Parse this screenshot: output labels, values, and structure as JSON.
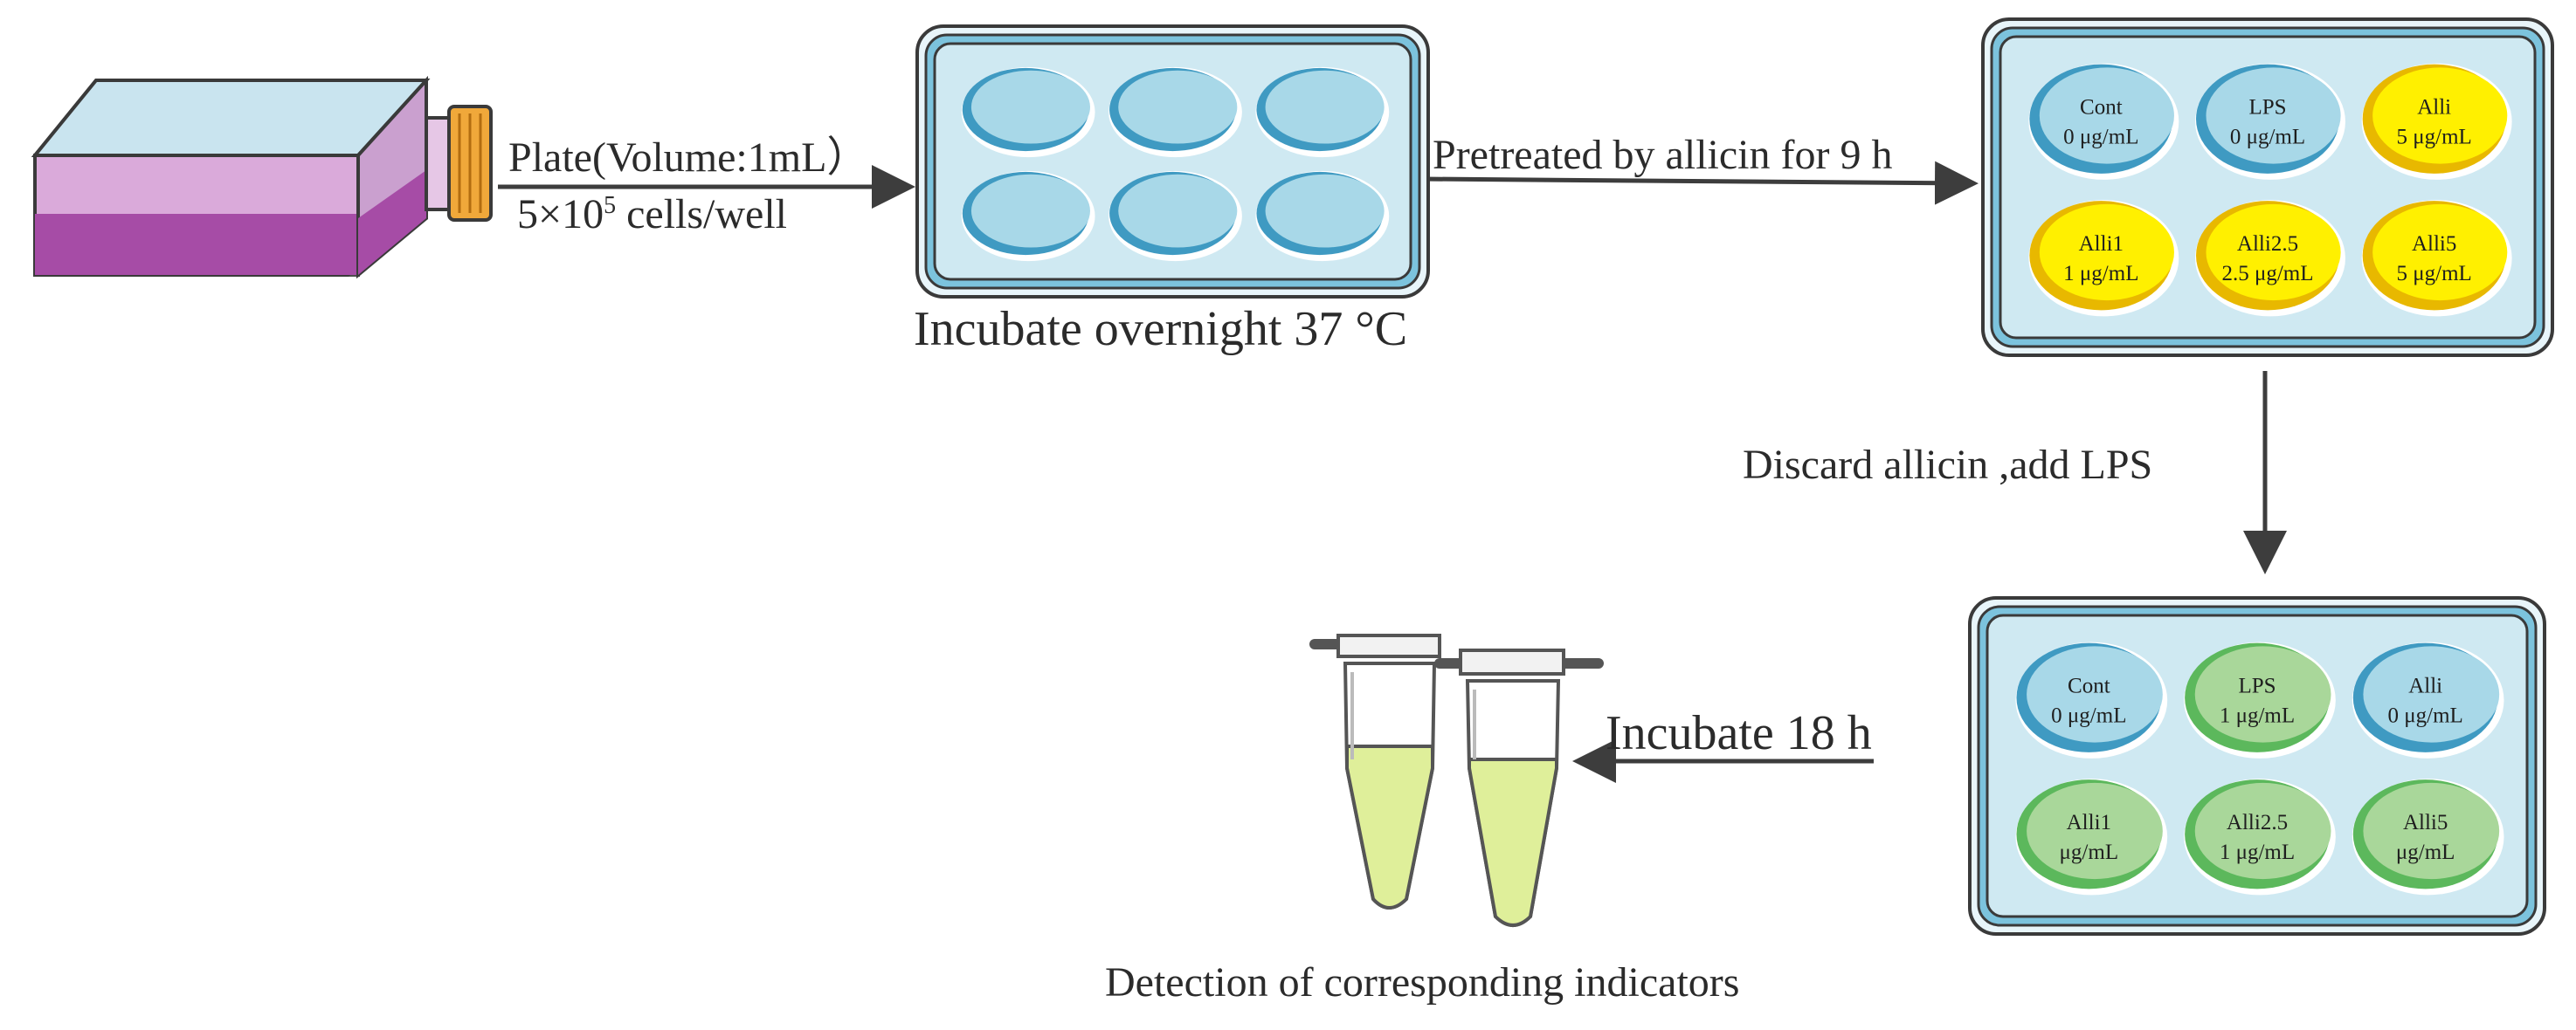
{
  "colors": {
    "arrow": "#3d3d3d",
    "plate_frame": "#4a9bbf",
    "plate_fill": "#cfe9f2",
    "well_blue": "#a8d8e8",
    "well_blue_dark": "#3f9ac2",
    "well_yellow": "#fff000",
    "well_yellow_dark": "#e8b800",
    "well_green": "#a9d79a",
    "well_green_dark": "#5cb85c",
    "flask_purple": "#a64ca6",
    "flask_cap": "#f0a83a",
    "tube_liquid": "#dfef9a"
  },
  "steps": {
    "plate_label": "Plate(Volume:1mL）",
    "cells_label_prefix": "5×10",
    "cells_label_sup": "5",
    "cells_label_suffix": " cells/well",
    "incubate_overnight": "Incubate overnight 37 °C",
    "pretreat": "Pretreated by allicin for 9 h",
    "discard": "Discard allicin ,add LPS",
    "incubate_18": "Incubate 18 h",
    "detection": "Detection of corresponding indicators"
  },
  "plate1": {
    "wells": [
      {
        "color": "blue"
      },
      {
        "color": "blue"
      },
      {
        "color": "blue"
      },
      {
        "color": "blue"
      },
      {
        "color": "blue"
      },
      {
        "color": "blue"
      }
    ]
  },
  "plate2": {
    "wells": [
      {
        "name": "Cont",
        "dose": "0 μg/mL",
        "color": "blue"
      },
      {
        "name": "LPS",
        "dose": "0 μg/mL",
        "color": "blue"
      },
      {
        "name": "Alli",
        "dose": "5 μg/mL",
        "color": "yellow"
      },
      {
        "name": "Alli1",
        "dose": "1 μg/mL",
        "color": "yellow"
      },
      {
        "name": "Alli2.5",
        "dose": "2.5 μg/mL",
        "color": "yellow"
      },
      {
        "name": "Alli5",
        "dose": "5 μg/mL",
        "color": "yellow"
      }
    ]
  },
  "plate3": {
    "wells": [
      {
        "name": "Cont",
        "dose": "0 μg/mL",
        "color": "blue"
      },
      {
        "name": "LPS",
        "dose": "1 μg/mL",
        "color": "green"
      },
      {
        "name": "Alli",
        "dose": "0 μg/mL",
        "color": "blue"
      },
      {
        "name": "Alli1",
        "dose": "μg/mL",
        "color": "green"
      },
      {
        "name": "Alli2.5",
        "dose": "1 μg/mL",
        "color": "green"
      },
      {
        "name": "Alli5",
        "dose": "μg/mL",
        "color": "green"
      }
    ]
  }
}
